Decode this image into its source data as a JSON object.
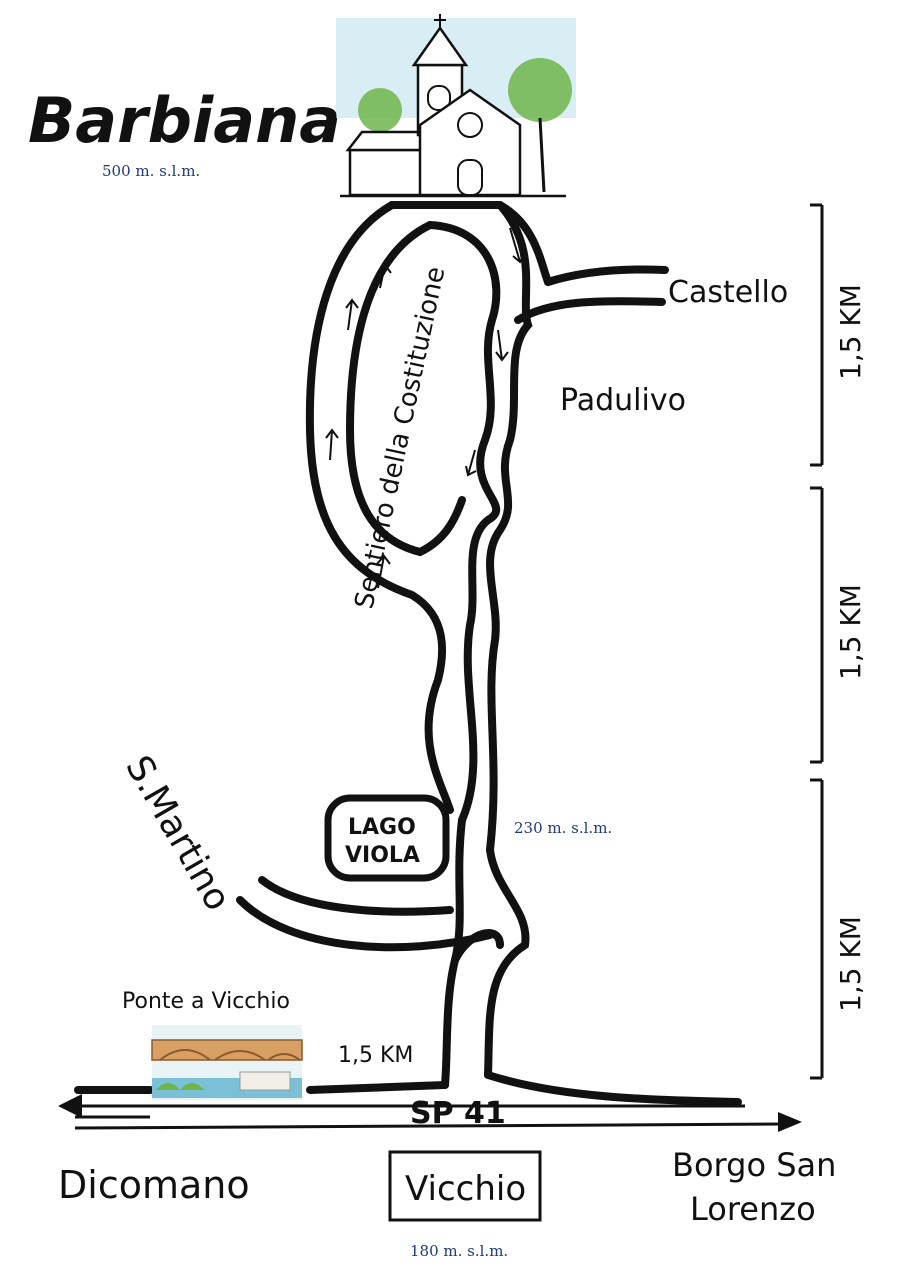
{
  "map": {
    "title": "Barbiana",
    "elev_top": "500 m. s.l.m.",
    "elev_mid": "230 m. s.l.m.",
    "elev_bottom": "180 m. s.l.m.",
    "places": {
      "castello": "Castello",
      "padulivo": "Padulivo",
      "s_martino": "S.Martino",
      "lago_line1": "LAGO",
      "lago_line2": "VIOLA",
      "ponte": "Ponte a Vicchio",
      "dicomano": "Dicomano",
      "vicchio": "Vicchio",
      "borgo_line1": "Borgo San",
      "borgo_line2": "Lorenzo"
    },
    "trail": "Sentiero della Costituzione",
    "road": "SP 41",
    "distances": {
      "seg1": "1,5 KM",
      "seg2": "1,5 KM",
      "seg3": "1,5 KM",
      "ponte_dist": "1,5 KM"
    },
    "colors": {
      "ink": "#111111",
      "elevation_text": "#1f3a7a",
      "sky": "#bfe3ec",
      "tree": "#6fb54a",
      "bridge": "#d9a066",
      "water": "#7cc0d8"
    }
  }
}
